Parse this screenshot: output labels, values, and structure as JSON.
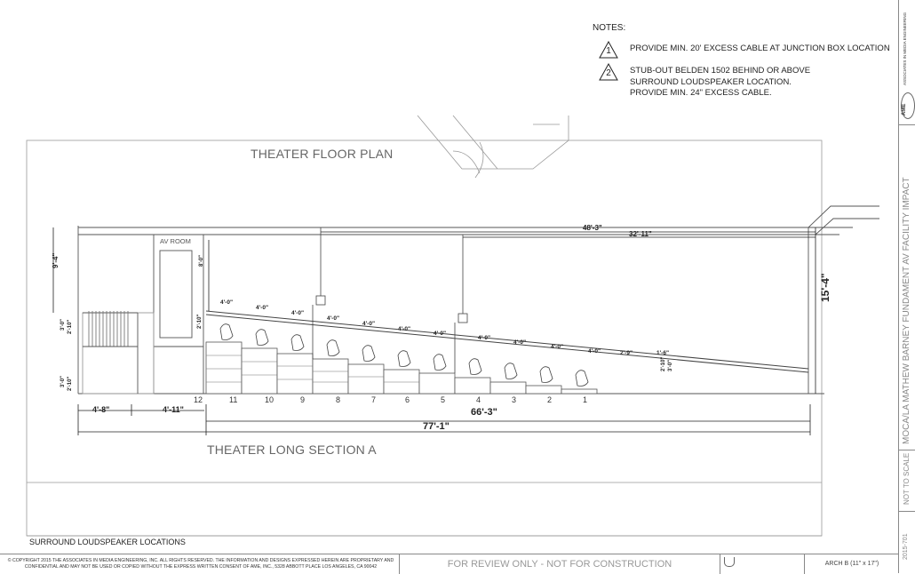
{
  "notes": {
    "title": "NOTES:",
    "items": [
      {
        "number": "1",
        "text": "PROVIDE MIN. 20' EXCESS CABLE AT JUNCTION BOX LOCATION"
      },
      {
        "number": "2",
        "lines": [
          "STUB-OUT BELDEN 1502 BEHIND OR ABOVE",
          "SURROUND LOUDSPEAKER LOCATION.",
          "PROVIDE MIN. 24\" EXCESS CABLE."
        ]
      }
    ]
  },
  "views": {
    "floor_plan_title": "THEATER FLOOR PLAN",
    "section_title": "THEATER  LONG SECTION A",
    "bottom_caption": "SURROUND LOUDSPEAKER LOCATIONS"
  },
  "section": {
    "room_label": "AV ROOM",
    "dimensions": {
      "top_long": "48'-3\"",
      "top_short": "32'-11\"",
      "right_height": "15'-4\"",
      "left_height": "9'-4\"",
      "stair_a": "3'-0\"",
      "stair_b": "2'-10\"",
      "stair_c": "3'-0\"",
      "stair_d": "2'-10\"",
      "width_a": "4'-8\"",
      "width_b": "4'-11\"",
      "seating_width": "66'-3\"",
      "overall_width": "77'-1\"",
      "row_spacing": "4'-0\"",
      "front_a": "2'-9\"",
      "front_b": "1'-6\"",
      "front_c": "2'-10\"",
      "front_d": "3'-0\"",
      "rear_a": "8'-0\"",
      "rear_b": "2'-10\""
    },
    "row_numbers": [
      "12",
      "11",
      "10",
      "9",
      "8",
      "7",
      "6",
      "5",
      "4",
      "3",
      "2",
      "1"
    ]
  },
  "sidebar": {
    "company": "ASSOCIATES IN MEDIA ENGINEERING",
    "logo": "AME",
    "project": "MOCA/LA  MATHEW BARNEY  FUNDAMENT  AV FACILITY IMPACT",
    "scale": "NOT TO SCALE",
    "number": "2015-701"
  },
  "footer": {
    "copyright": "© COPYRIGHT 2015 THE ASSOCIATES IN MEDIA ENGINEERING, INC. ALL RIGHTS RESERVED. THE INFORMATION AND DESIGNS EXPRESSED HEREIN ARE PROPRIETARY AND CONFIDENTIAL AND MAY NOT BE USED OR COPIED WITHOUT THE EXPRESS WRITTEN CONSENT OF AME, INC., 5328 ABBOTT PLACE LOS ANGELES, CA 90042",
    "review": "FOR REVIEW ONLY - NOT FOR CONSTRUCTION",
    "sheet_size": "ARCH B (11\" x 17\")"
  }
}
